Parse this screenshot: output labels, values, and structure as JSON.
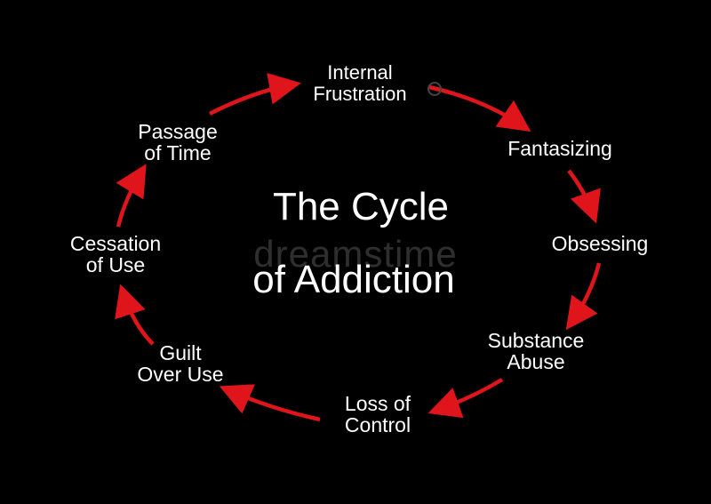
{
  "title": {
    "line1": "The Cycle",
    "line2": "of Addiction"
  },
  "watermark": "dreamstime",
  "stages": [
    {
      "id": "internal-frustration",
      "lines": [
        "Internal",
        "Frustration"
      ]
    },
    {
      "id": "fantasizing",
      "lines": [
        "Fantasizing"
      ]
    },
    {
      "id": "obsessing",
      "lines": [
        "Obsessing"
      ]
    },
    {
      "id": "substance-abuse",
      "lines": [
        "Substance",
        "Abuse"
      ]
    },
    {
      "id": "loss-of-control",
      "lines": [
        "Loss of",
        "Control"
      ]
    },
    {
      "id": "guilt-over-use",
      "lines": [
        "Guilt",
        "Over Use"
      ]
    },
    {
      "id": "cessation-of-use",
      "lines": [
        "Cessation",
        "of Use"
      ]
    },
    {
      "id": "passage-of-time",
      "lines": [
        "Passage",
        "of Time"
      ]
    }
  ],
  "colors": {
    "background": "#000000",
    "text": "#ffffff",
    "arrow": "#e0141b"
  }
}
